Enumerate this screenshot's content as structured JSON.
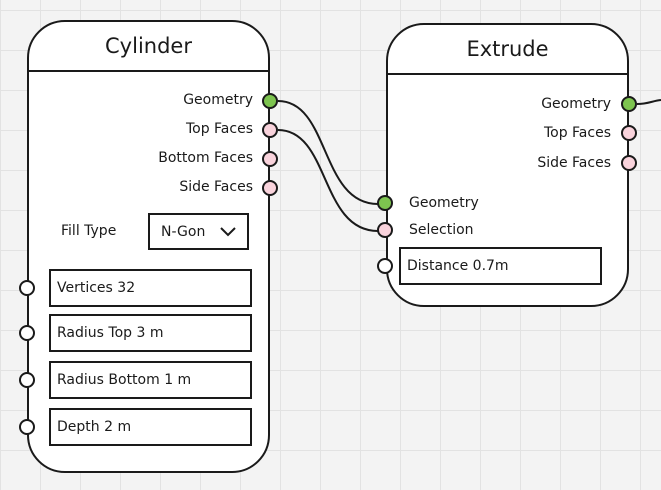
{
  "nodes": {
    "cylinder": {
      "title": "Cylinder",
      "outputs": [
        "Geometry",
        "Top Faces",
        "Bottom Faces",
        "Side Faces"
      ],
      "fill_type_label": "Fill Type",
      "fill_type_value": "N-Gon",
      "fields": [
        "Vertices 32",
        "Radius Top 3 m",
        "Radius Bottom 1 m",
        "Depth 2 m"
      ]
    },
    "extrude": {
      "title": "Extrude",
      "outputs": [
        "Geometry",
        "Top Faces",
        "Side Faces"
      ],
      "inputs": [
        "Geometry",
        "Selection"
      ],
      "distance_field": "Distance 0.7m"
    }
  },
  "colors": {
    "geometry_socket": "#7dc44f",
    "field_socket": "#f9d3dc",
    "value_socket": "#ffffff",
    "outline": "#1a1a1a",
    "background": "#f3f3f3"
  },
  "icons": {
    "dropdown": "chevron-down-icon"
  },
  "links": [
    {
      "from": "Cylinder.Geometry",
      "to": "Extrude.Geometry"
    },
    {
      "from": "Cylinder.Top Faces",
      "to": "Extrude.Selection"
    },
    {
      "from": "Extrude.Geometry",
      "to": "offscreen"
    }
  ]
}
